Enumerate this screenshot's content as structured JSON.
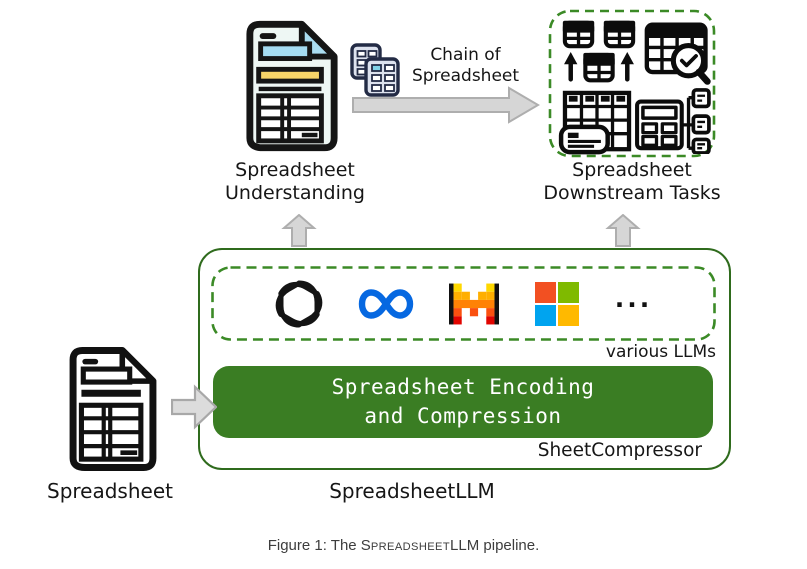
{
  "figure": {
    "nodes": {
      "understanding": {
        "label": "Spreadsheet\nUnderstanding"
      },
      "chain": {
        "label": "Chain of\nSpreadsheet"
      },
      "downstream": {
        "label": "Spreadsheet\nDownstream Tasks"
      },
      "input": {
        "label": "Spreadsheet"
      },
      "pipeline": {
        "label": "SpreadsheetLLM",
        "various_llms_label": "various LLMs",
        "encoder_label": "Spreadsheet Encoding\nand Compression",
        "encoder_sublabel": "SheetCompressor",
        "ellipsis": "...",
        "llm_logos": [
          "openai-logo",
          "meta-logo",
          "mistral-logo",
          "microsoft-logo"
        ]
      }
    },
    "icons": {
      "top_document": "spreadsheet-document-icon (colored)",
      "bottom_document": "spreadsheet-document-icon (black and white)",
      "chain_tables": "stacked-mini-spreadsheets-icon",
      "downstream_tasks": [
        "table-merge-split-icon",
        "table-search-check-icon",
        "table-annotation-icon",
        "table-hierarchy-icon"
      ]
    },
    "colors": {
      "green_border": "#2f6b1d",
      "green_dashed": "#3b8a26",
      "green_fill": "#3a7d23",
      "arrow_gray_fill": "#d6d6d6",
      "arrow_gray_stroke": "#aeaeae",
      "doc_header_cyan": "#a5dcf2",
      "doc_bar_yellow": "#f7d569",
      "meta_blue": "#0668e1",
      "microsoft_red": "#f25022",
      "microsoft_green": "#7fba00",
      "microsoft_blue": "#00a4ef",
      "microsoft_yellow": "#ffb900",
      "mistral_yellow": "#ffd800",
      "mistral_orange1": "#ffaf00",
      "mistral_orange2": "#ff8205",
      "mistral_orange3": "#fa500f",
      "mistral_red": "#e10500"
    }
  },
  "caption": {
    "prefix": "Figure 1: The S",
    "smallcaps": "preadsheet",
    "suffix": "LLM pipeline."
  }
}
